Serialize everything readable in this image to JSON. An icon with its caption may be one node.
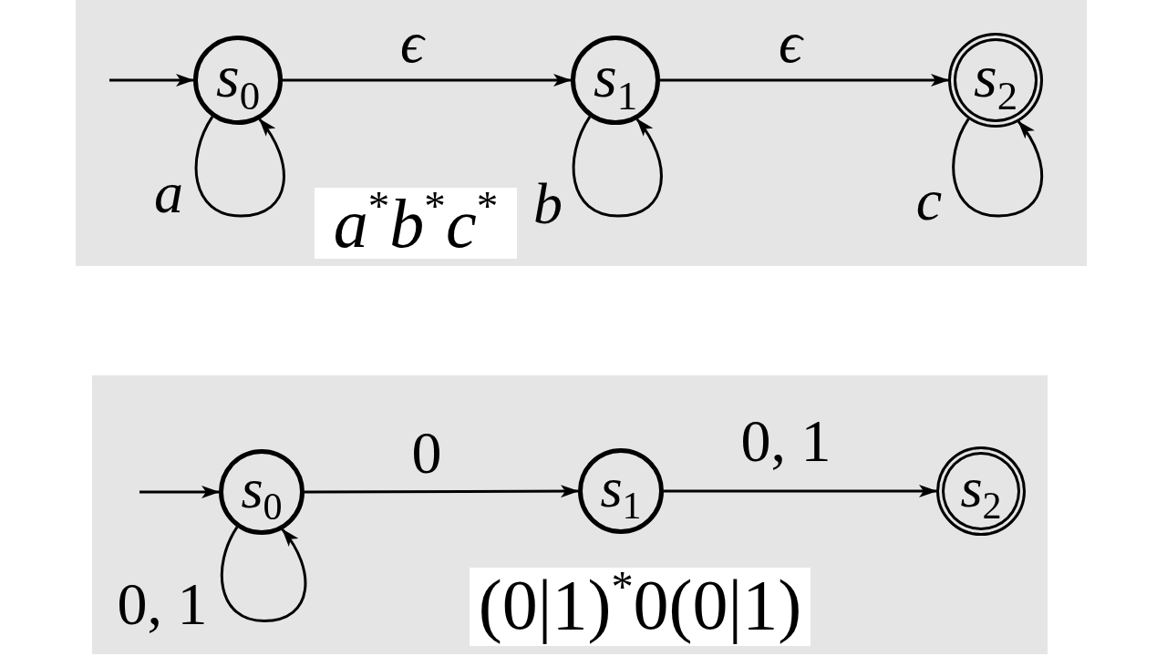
{
  "diagram": {
    "nodes": [
      {
        "text": [],
        "shape": "box"
      },
      {
        "text": [
          "s$_{0}$"
        ],
        "in": 0
      },
      {
        "text": [
          "s$_{1}$"
        ],
        "in": 0
      },
      {
        "text": [
          "s$_{2}$"
        ],
        "in": 0
      },
      {
        "text": [
          "a$^{*}$b$^{*}$c$^{*}$"
        ],
        "in": 0
      },
      {
        "text": [],
        "shape": "box"
      },
      {
        "text": [
          "s$_{0}$"
        ],
        "in": 5
      },
      {
        "text": [
          "s$_{1}$"
        ],
        "in": 5
      },
      {
        "text": [
          "s$_{2}$"
        ],
        "in": 5
      },
      {
        "text": [
          "(0|1)$^{*}$0(0|1)"
        ],
        "in": 5
      }
    ],
    "edges": [
      {
        "from": null,
        "to": 1,
        "arrow": "to"
      },
      {
        "from": 1,
        "to": 2,
        "label": "ϵ",
        "arrow": "to"
      },
      {
        "from": 2,
        "to": 3,
        "label": "ϵ",
        "arrow": "to"
      },
      {
        "from": 1,
        "to": 1,
        "label": "a",
        "arrow": "to"
      },
      {
        "from": 2,
        "to": 2,
        "label": "b",
        "arrow": "to"
      },
      {
        "from": 3,
        "to": 3,
        "label": "c",
        "arrow": "to"
      },
      {
        "from": null,
        "to": 6,
        "arrow": "to"
      },
      {
        "from": 6,
        "to": 7,
        "label": "0",
        "arrow": "to"
      },
      {
        "from": 7,
        "to": 8,
        "label": "0, 1",
        "arrow": "to"
      },
      {
        "from": 6,
        "to": 6,
        "label": "0, 1",
        "arrow": "to"
      }
    ]
  }
}
